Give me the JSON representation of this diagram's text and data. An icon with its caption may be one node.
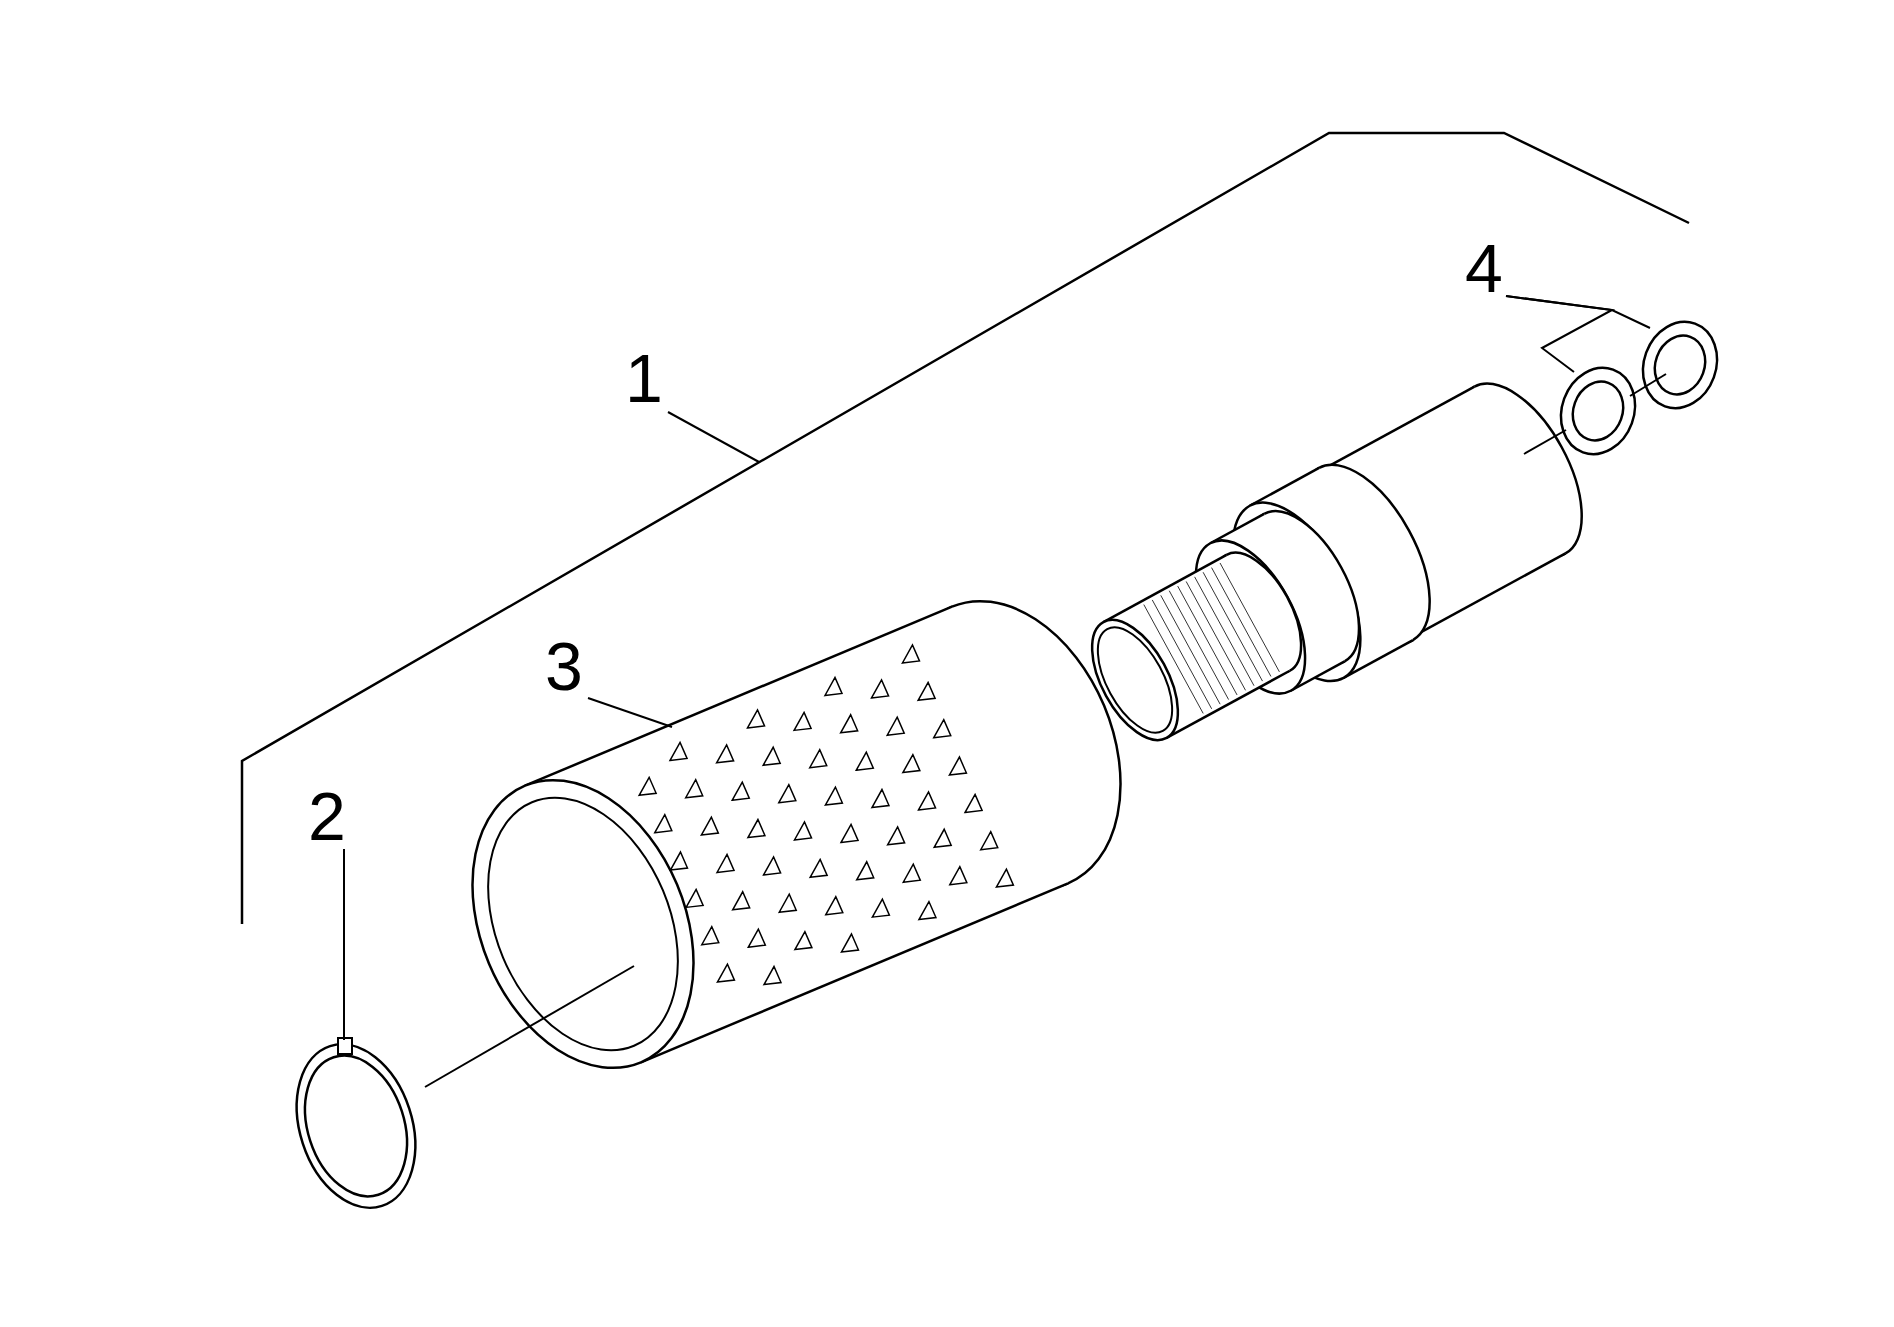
{
  "diagram": {
    "nodes": [
      {
        "text": [
          "1"
        ]
      },
      {
        "text": [
          "4"
        ]
      },
      {
        "text": [],
        "shape": "picture"
      },
      {
        "text": [],
        "shape": "picture"
      },
      {
        "text": [
          "3"
        ]
      },
      {
        "text": [],
        "shape": "picture"
      },
      {
        "text": [
          "2"
        ]
      },
      {
        "text": [],
        "shape": "picture"
      },
      {
        "text": [],
        "shape": "picture"
      }
    ],
    "edges": [
      {
        "from": 0,
        "to": null,
        "arrow": "none"
      },
      {
        "from": 1,
        "to": 2,
        "arrow": "none"
      },
      {
        "from": 1,
        "to": 3,
        "arrow": "none"
      },
      {
        "from": 4,
        "to": 5,
        "arrow": "none"
      },
      {
        "from": 6,
        "to": 7,
        "arrow": "none"
      },
      {
        "from": 7,
        "to": 5,
        "arrow": "none"
      },
      {
        "from": 8,
        "to": 2,
        "arrow": "none"
      },
      {
        "from": 2,
        "to": 3,
        "arrow": "none"
      }
    ]
  }
}
